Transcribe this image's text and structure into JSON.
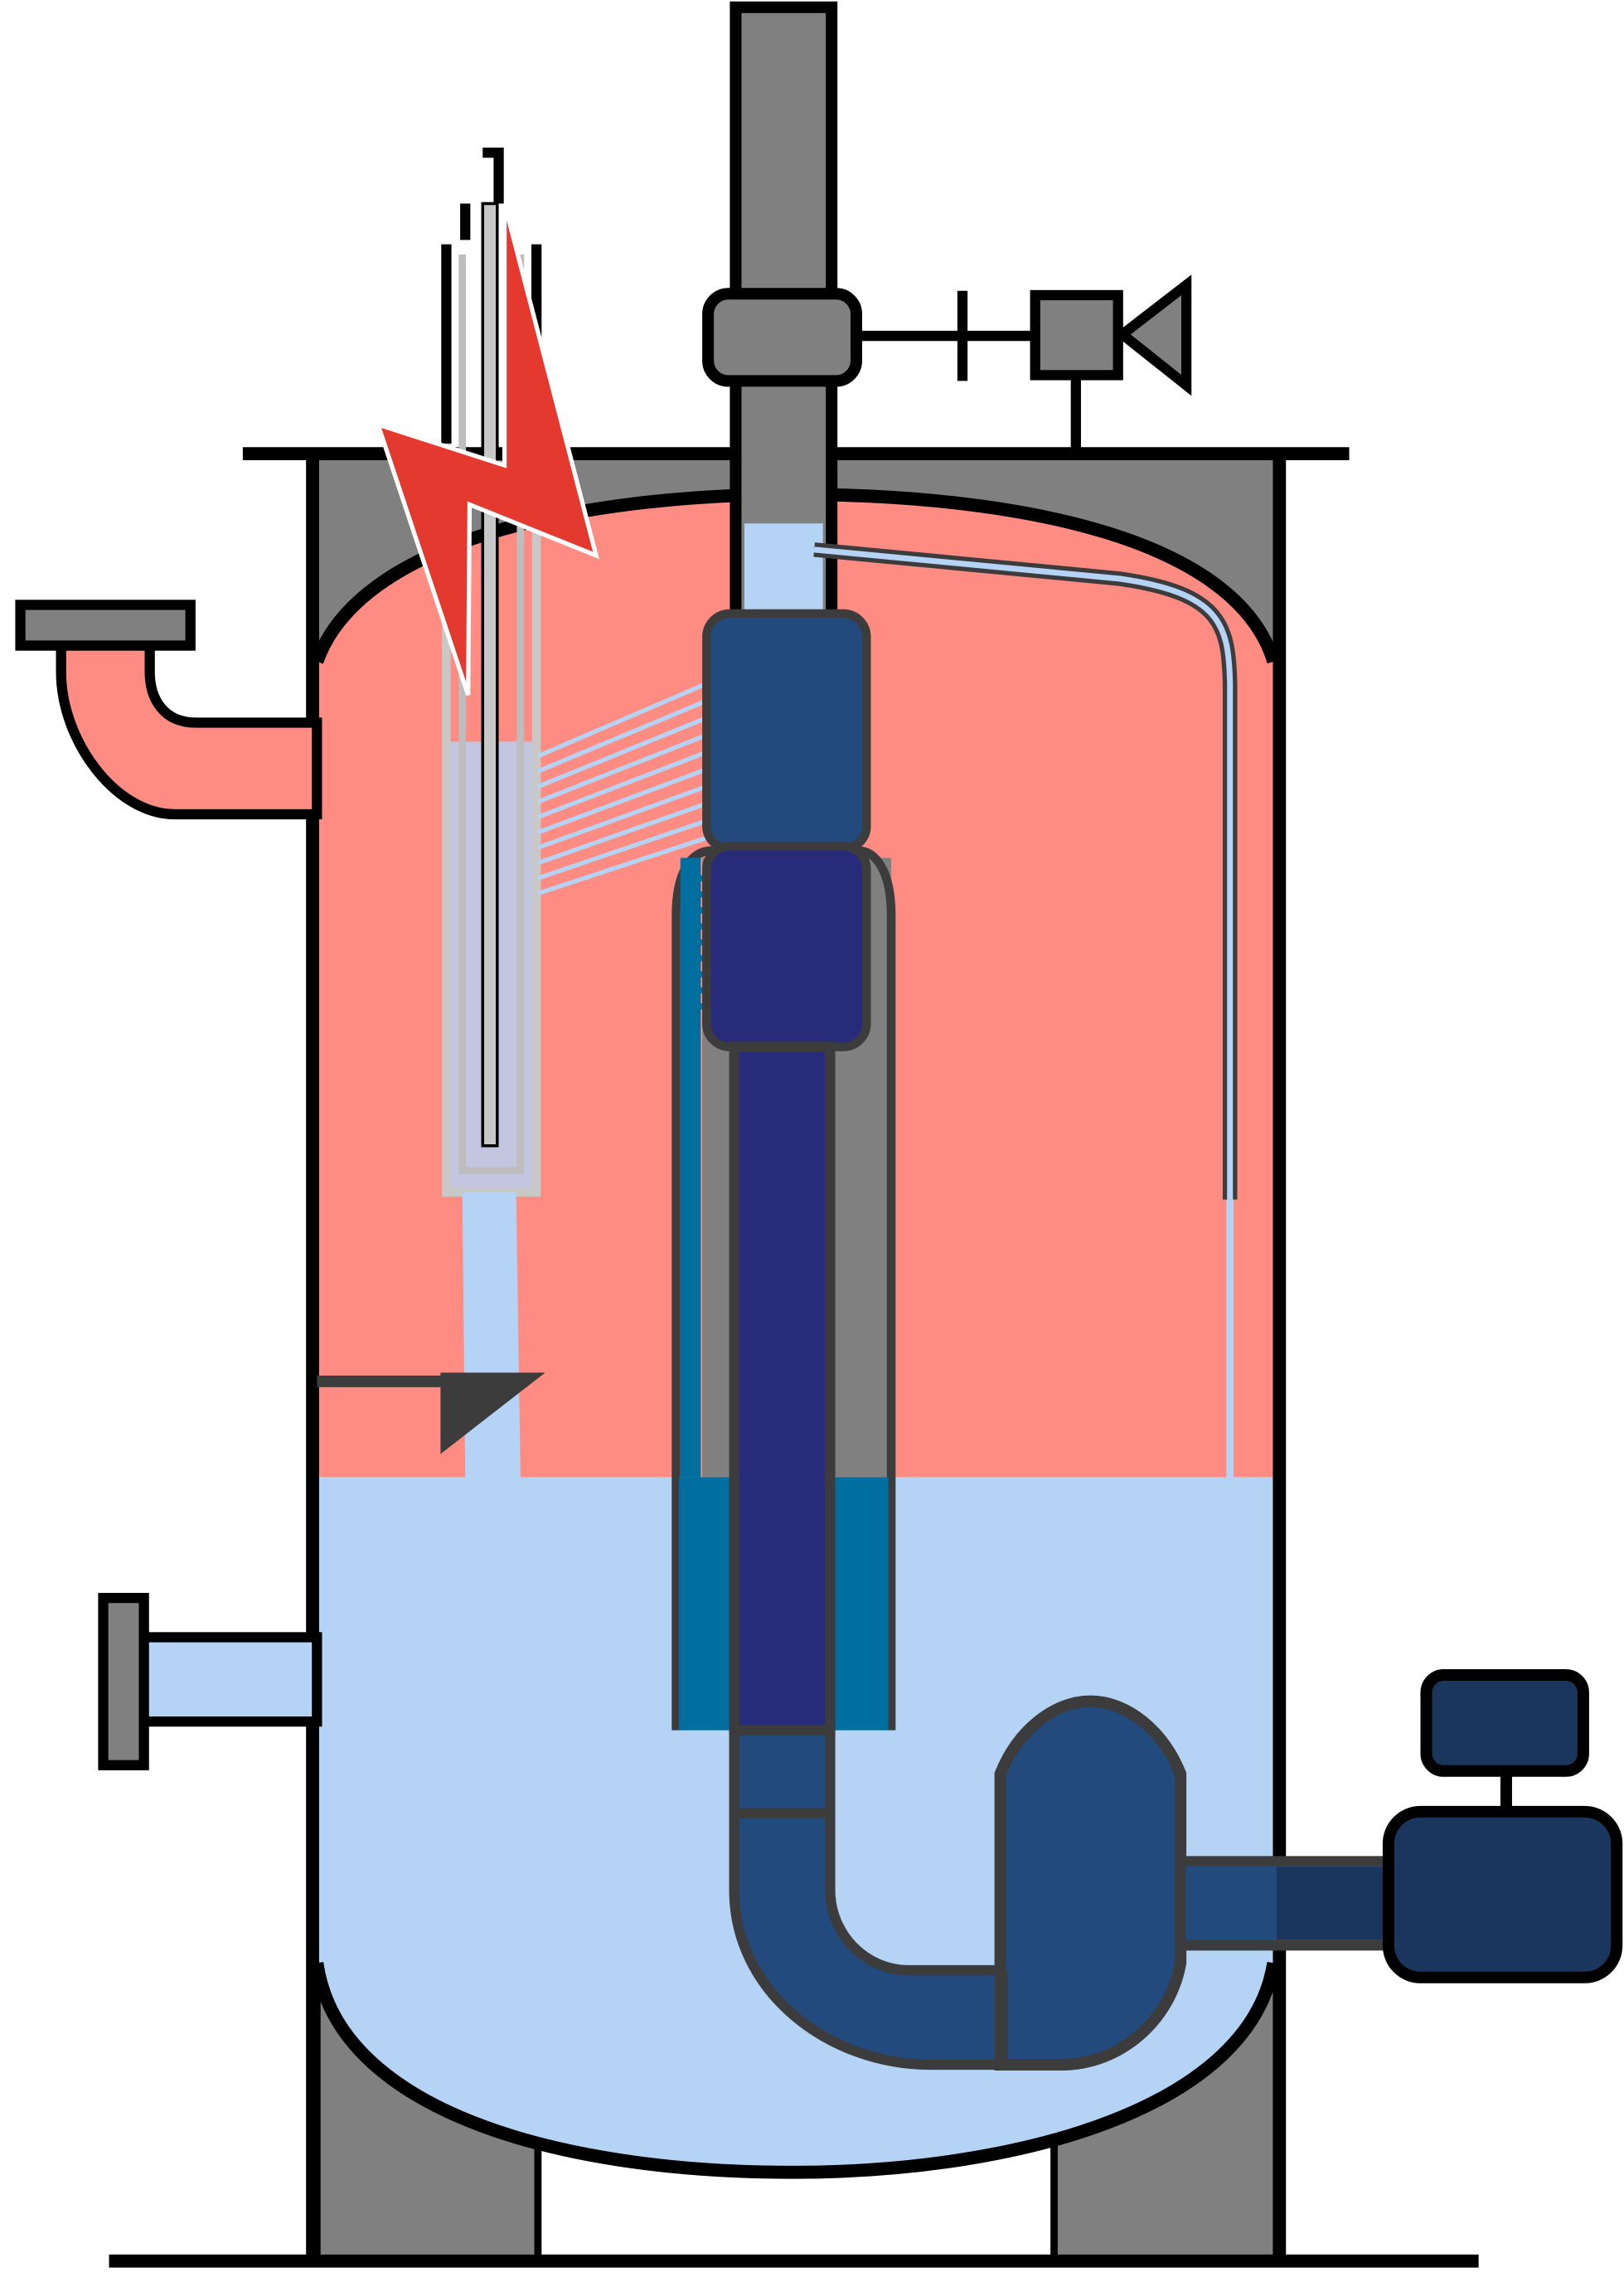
{
  "diagram": {
    "components": [
      "vessel",
      "steam-dome",
      "water-volume",
      "heater-rod",
      "lightning-bolt-icon",
      "central-pipe",
      "gland",
      "valve",
      "sparger",
      "downcomer",
      "pump",
      "motor",
      "level-indicator",
      "inlet-nozzle",
      "outlet-nozzle",
      "support-legs",
      "sensor-tube"
    ],
    "colors": {
      "steam": "#fe8c82",
      "water": "#b5d3f5",
      "metal": "#808080",
      "outline": "#000000",
      "dark_outline": "#3c3c3c",
      "riser_blue": "#234a7c",
      "downcomer_navy": "#272b7a",
      "shroud_teal": "#006fa0",
      "motor": "#1b365c",
      "bolt_red": "#e3392f"
    }
  }
}
